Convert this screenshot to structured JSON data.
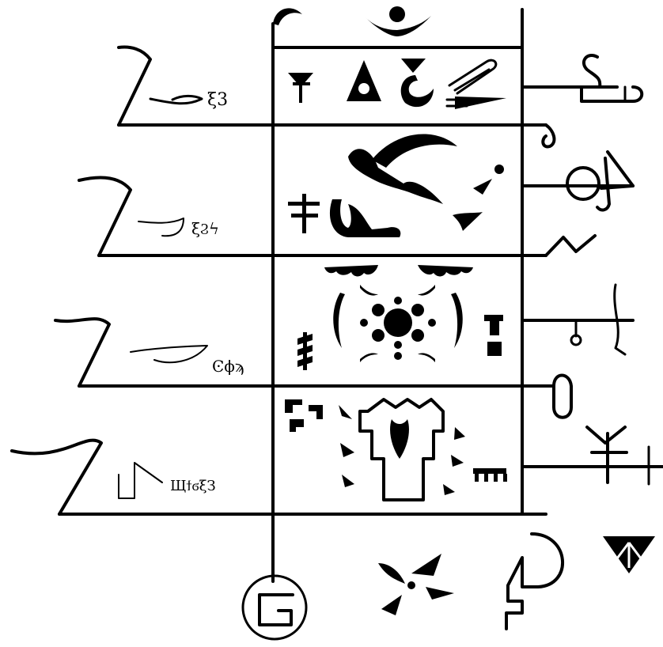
{
  "figure": {
    "ink_color": "#000000",
    "background_color": "#ffffff",
    "rows": [
      {
        "name": "row-1",
        "side_script": "ξ3",
        "motifs": [
          "down-arrow-glyph",
          "triangle-eye-glyph",
          "fish-hook-glyph",
          "triple-arrow-glyph"
        ]
      },
      {
        "name": "row-2",
        "side_script": "ξϨϟ",
        "motifs": [
          "bird-glyph",
          "cross-bar-glyph",
          "reclining-figure-glyph",
          "dagger-glyph"
        ]
      },
      {
        "name": "row-3",
        "side_script": "Ͼϕϡ",
        "motifs": [
          "dots-rosette-glyph",
          "branch-glyph",
          "tower-glyph"
        ]
      },
      {
        "name": "row-4",
        "side_script": "ЩϯϭξЗ",
        "motifs": [
          "spiral-glyph",
          "stepped-mask-glyph",
          "comb-glyph"
        ]
      }
    ],
    "bottom_symbols": [
      "circle-square-glyph",
      "shuriken-glyph",
      "hook-glyph",
      "triangle-glyph"
    ]
  }
}
